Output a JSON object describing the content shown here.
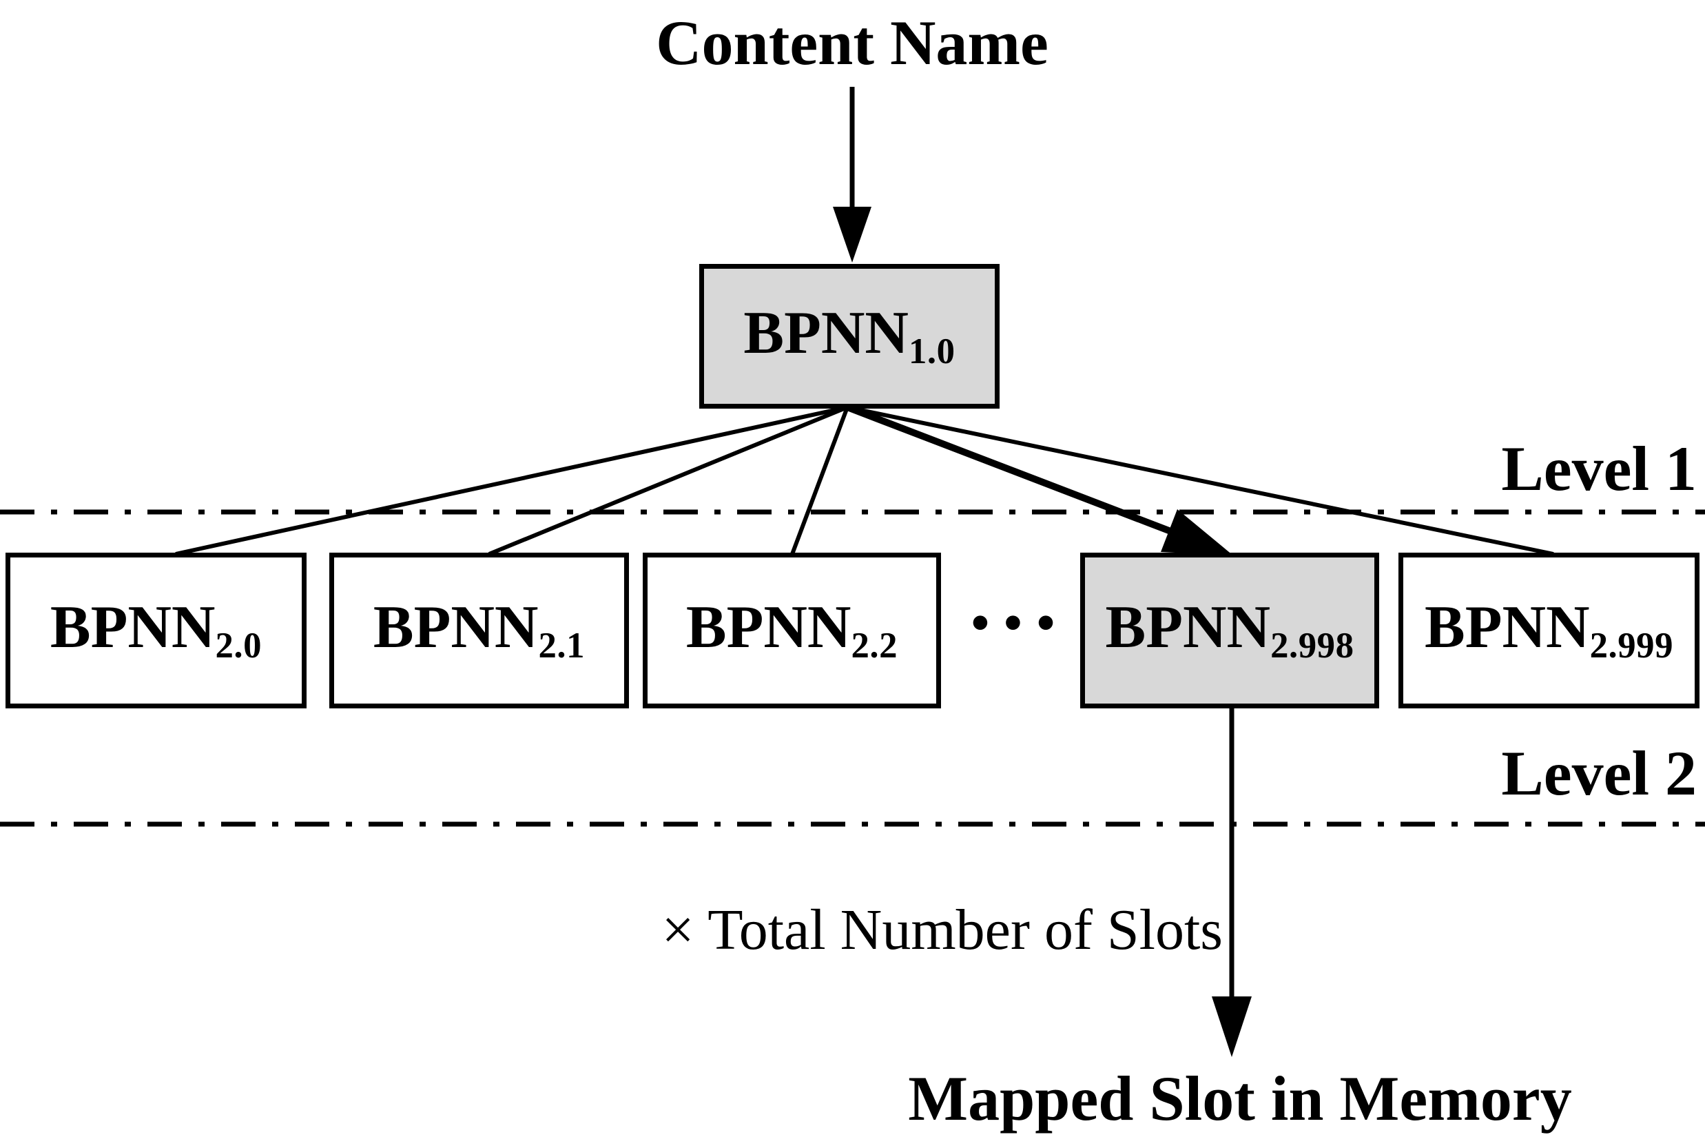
{
  "title": "Content Name",
  "root": {
    "base": "BPNN",
    "sub": "1.0"
  },
  "children": [
    {
      "base": "BPNN",
      "sub": "2.0"
    },
    {
      "base": "BPNN",
      "sub": "2.1"
    },
    {
      "base": "BPNN",
      "sub": "2.2"
    },
    {
      "base": "BPNN",
      "sub": "2.998"
    },
    {
      "base": "BPNN",
      "sub": "2.999"
    }
  ],
  "ellipsis": "•••",
  "level_labels": {
    "level1": "Level 1",
    "level2": "Level 2"
  },
  "notes": {
    "multiplier": "× Total Number of Slots",
    "output": "Mapped Slot in Memory"
  },
  "colors": {
    "highlight_fill": "#d8d8d8",
    "node_fill": "#ffffff",
    "line": "#000000",
    "background": "#ffffff"
  }
}
